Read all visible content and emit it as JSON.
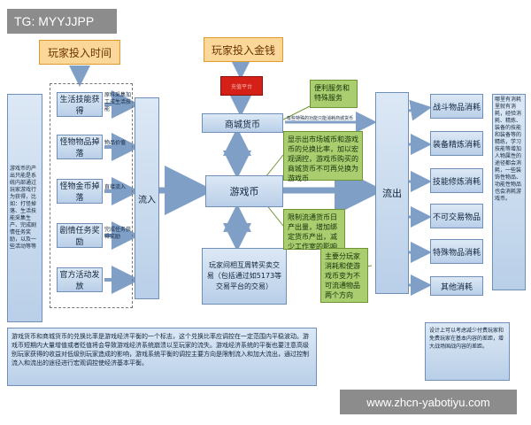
{
  "watermark_top": "TG: MYYJJPP",
  "watermark_bottom": "www.zhcn-yabotiyu.com",
  "labels": {
    "time_input": "玩家投入时间",
    "money_input": "玩家投入金钱",
    "red_box": "充值平台"
  },
  "left_desc": "游戏币的产出只能是系统内部通过玩家游戏行为获得，比如：打怪掉落、生活技能采集生产、完成剧情任务奖励，以及一些活动等等",
  "sources": [
    {
      "label": "生活技能获得",
      "note": "原料采集加工成生活技能"
    },
    {
      "label": "怪物物品掉落",
      "note": "物品价值"
    },
    {
      "label": "怪物金币掉落",
      "note": "直接流入"
    },
    {
      "label": "剧情任务奖励",
      "note": "完成任务获得奖励"
    },
    {
      "label": "官方活动发放",
      "note": ""
    }
  ],
  "inflow": "流入",
  "outflow": "流出",
  "mall_currency": "商城货币",
  "game_currency": "游戏币",
  "trade_box": "玩家间相互周转买卖交易（包括通过如5173等交易平台的交易）",
  "mall_link_note": "有些特殊的功能只能消耗商城货币",
  "green_notes": [
    "便利服务和特殊服务",
    "显示出市场城币和游戏币的兑换比率，加以宏观调控，游戏币购买的商城货币不可再兑换为游戏币",
    "限制流通货币日产出量，增加绑定货币产出，减少工作室的影响",
    "主要分玩家消耗和使游戏币变为不可流通物品两个方向"
  ],
  "sinks": [
    "战斗物品消耗",
    "装备精炼消耗",
    "技能修炼消耗",
    "不可交易物品",
    "特殊物品消耗",
    "其他消耗"
  ],
  "right_desc": "哪里有消耗里就有消耗，经验消耗、精炼、装备的技能和装备等的精练，学习技能等增加人物属性的途径都会消耗，一些装饰性物品、功能性物品也会消耗游戏币。",
  "bottom_desc": "游戏货币和商城货币的兑换比率是游戏经济平衡的一个标志，这个兑换比率应调控在一定范围内平稳波动。游戏币短期内大量增值或者贬值将会导致游戏经济系统崩溃以至玩家的流失。游戏经济系统的平衡也要注意高级别玩家获得的收益对低级别玩家造成的影响，游戏系统平衡的调控主要方向是限制流入和加大流出，通过控制流入和流出的途径进行宏观调控使经济基本平衡。",
  "bottom_right_note": "设计上可以考虑减少付费玩家和免费玩家在基本内容的差距，增大战场国战内容的差距。"
}
